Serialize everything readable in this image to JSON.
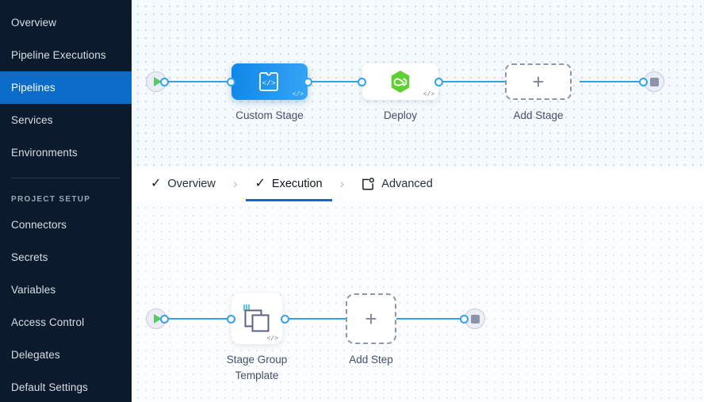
{
  "sidebar": {
    "items": [
      {
        "label": "Overview",
        "name": "overview",
        "active": false
      },
      {
        "label": "Pipeline Executions",
        "name": "pipeline-executions",
        "active": false
      },
      {
        "label": "Pipelines",
        "name": "pipelines",
        "active": true
      },
      {
        "label": "Services",
        "name": "services",
        "active": false
      },
      {
        "label": "Environments",
        "name": "environments",
        "active": false
      }
    ],
    "section_label": "PROJECT SETUP",
    "setup_items": [
      {
        "label": "Connectors",
        "name": "connectors"
      },
      {
        "label": "Secrets",
        "name": "secrets"
      },
      {
        "label": "Variables",
        "name": "variables"
      },
      {
        "label": "Access Control",
        "name": "access-control"
      },
      {
        "label": "Delegates",
        "name": "delegates"
      },
      {
        "label": "Default Settings",
        "name": "default-settings"
      }
    ],
    "colors": {
      "background": "#0b1b2d",
      "active": "#0b6bc9",
      "text": "#d9dee5"
    }
  },
  "tabs": {
    "items": [
      {
        "label": "Overview",
        "icon": "check-icon",
        "active": false
      },
      {
        "label": "Execution",
        "icon": "check-icon",
        "active": true
      },
      {
        "label": "Advanced",
        "icon": "advanced-icon",
        "active": false
      }
    ],
    "separator": "›",
    "check_glyph": "✓",
    "active_color": "#0b6bc9"
  },
  "stage_canvas": {
    "start_node": {
      "icon": "play-icon",
      "label": ""
    },
    "end_node": {
      "icon": "stop-icon",
      "label": ""
    },
    "nodes": [
      {
        "label": "Custom Stage",
        "icon": "custom-stage-icon",
        "type": "stage",
        "selected": true,
        "code_badge": "</>"
      },
      {
        "label": "Deploy",
        "icon": "deploy-icon",
        "type": "stage",
        "selected": false,
        "code_badge": "</>"
      }
    ],
    "add_placeholder": {
      "label": "Add Stage",
      "plus": "+"
    },
    "colors": {
      "wire": "#2fa3f0",
      "selected": "#0f86e8",
      "deploy_icon": "#5ed131"
    }
  },
  "step_canvas": {
    "start_node": {
      "icon": "play-icon"
    },
    "end_node": {
      "icon": "stop-icon"
    },
    "nodes": [
      {
        "label": "Stage Group Template",
        "icon": "template-stack-icon",
        "code_badge": "</>"
      }
    ],
    "add_placeholder": {
      "label": "Add Step",
      "plus": "+"
    }
  }
}
